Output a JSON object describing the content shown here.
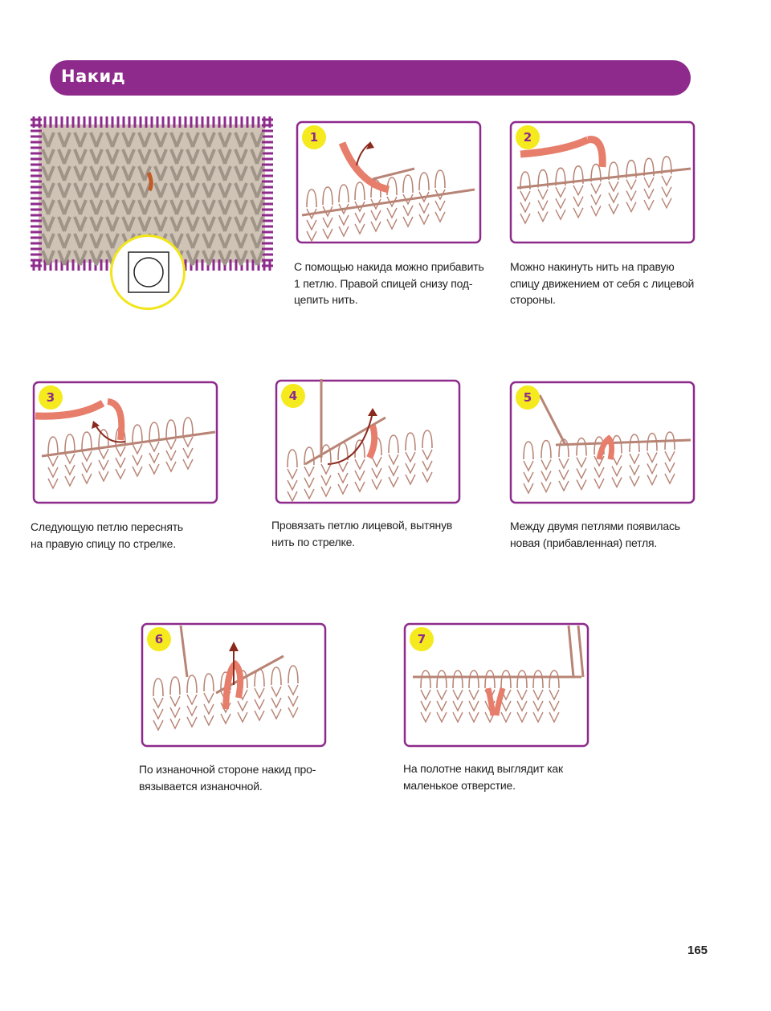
{
  "title": "Накид",
  "steps": [
    {
      "number": "1",
      "caption": "С помощью накида можно прибавить\n1 петлю. Правой спицей снизу под-\nцепить нить."
    },
    {
      "number": "2",
      "caption": "Можно накинуть нить на правую\nспицу движением от себя с лицевой\nстороны."
    },
    {
      "number": "3",
      "caption": "Следующую петлю переснять\nна правую спицу по стрелке."
    },
    {
      "number": "4",
      "caption": "Провязать петлю лицевой, вытянув\nнить по стрелке."
    },
    {
      "number": "5",
      "caption": "Между двумя петлями появилась\nновая (прибавленная) петля."
    },
    {
      "number": "6",
      "caption": "По изнаночной стороне накид про-\nвязывается изнаночной."
    },
    {
      "number": "7",
      "caption": "На полотне накид выглядит как\nмаленькое отверстие."
    }
  ],
  "icons": {
    "swatch": "knitted-swatch-photo-icon",
    "symbol": "yarn-over-circle-symbol-icon"
  },
  "colors": {
    "accent": "#8e2a8c",
    "badge": "#f5ea1e",
    "yarn": "#e77d6b",
    "stitch": "#b88475",
    "arrow": "#8a2a1e"
  },
  "page_number": "165"
}
